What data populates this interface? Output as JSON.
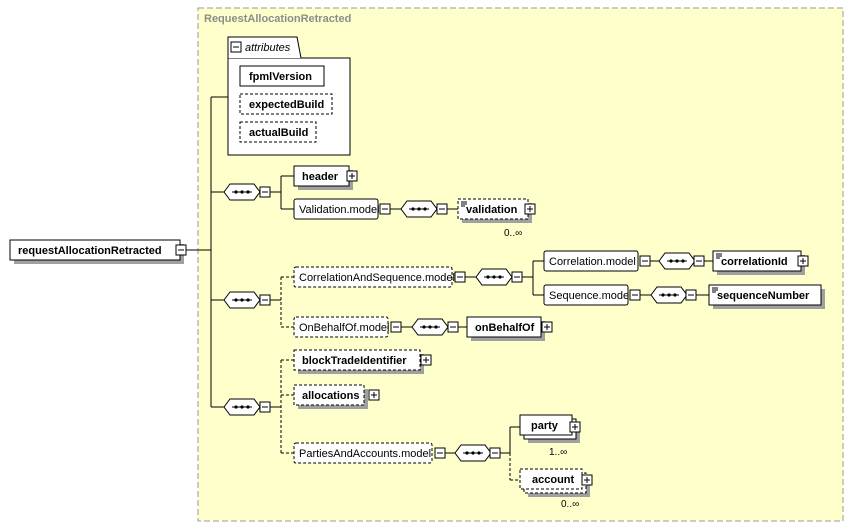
{
  "colors": {
    "group_background": "#ffffcc",
    "group_border": "#999999",
    "shadow": "#a0a0a0",
    "title_text": "#8c8c8c"
  },
  "diagram": {
    "group_title": "RequestAllocationRetracted",
    "root_element": "requestAllocationRetracted",
    "attributes_label": "attributes",
    "attributes": [
      {
        "name": "fpmlVersion",
        "required": true
      },
      {
        "name": "expectedBuild",
        "required": false
      },
      {
        "name": "actualBuild",
        "required": false
      }
    ],
    "sequence1": {
      "header": "header",
      "validation_model": "Validation.model",
      "validation": "validation",
      "validation_card": "0..∞"
    },
    "sequence2": {
      "correlation_and_sequence_model": "CorrelationAndSequence.model",
      "correlation_model": "Correlation.model",
      "correlation_id": "correlationId",
      "sequence_model": "Sequence.model",
      "sequence_number": "sequenceNumber",
      "on_behalf_of_model": "OnBehalfOf.model",
      "on_behalf_of": "onBehalfOf"
    },
    "sequence3": {
      "block_trade_identifier": "blockTradeIdentifier",
      "allocations": "allocations",
      "parties_and_accounts_model": "PartiesAndAccounts.model",
      "party": "party",
      "party_card": "1..∞",
      "account": "account",
      "account_card": "0..∞"
    },
    "icons": {
      "collapse": "minus-toggle-icon",
      "expand": "plus-toggle-icon",
      "sequence": "sequence-compositor-icon",
      "simple_type": "simple-content-icon"
    }
  }
}
